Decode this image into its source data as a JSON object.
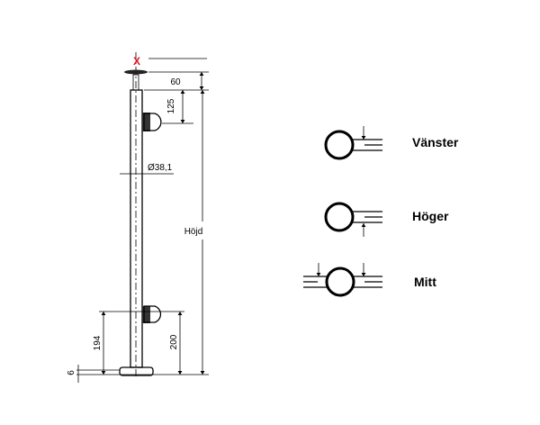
{
  "drawing": {
    "marker": "X",
    "dimensions": {
      "top_offset": "60",
      "bracket_offset": "125",
      "diameter": "Ø38,1",
      "height": "Höjd",
      "lower_bracket_left": "194",
      "lower_bracket_right": "200",
      "base_thickness": "6"
    }
  },
  "variants": [
    {
      "label": "Vänster"
    },
    {
      "label": "Höger"
    },
    {
      "label": "Mitt"
    }
  ],
  "colors": {
    "marker": "#e0141e",
    "line": "#000000"
  }
}
